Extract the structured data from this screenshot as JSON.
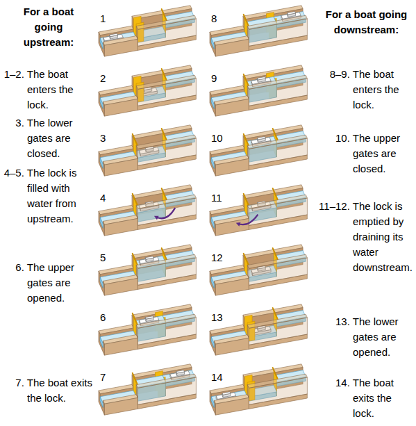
{
  "diagram": {
    "labels": [
      "For a boat going upstream:",
      "1–2. The boat enters the lock.",
      "3. The lower gates are closed.",
      "4–5. The lock is filled with water from upstream.",
      "6. The upper gates are opened.",
      "7. The boat exits the lock.",
      "For a boat going downstream:",
      "8–9. The boat enters the lock.",
      "10. The upper gates are closed.",
      "11–12. The lock is emptied by draining its water downstream.",
      "13. The lower gates are opened.",
      "14. The boat exits the lock.",
      "1",
      "2",
      "3",
      "4",
      "5",
      "6",
      "7",
      "8",
      "9",
      "10",
      "11",
      "12",
      "13",
      "14"
    ]
  }
}
